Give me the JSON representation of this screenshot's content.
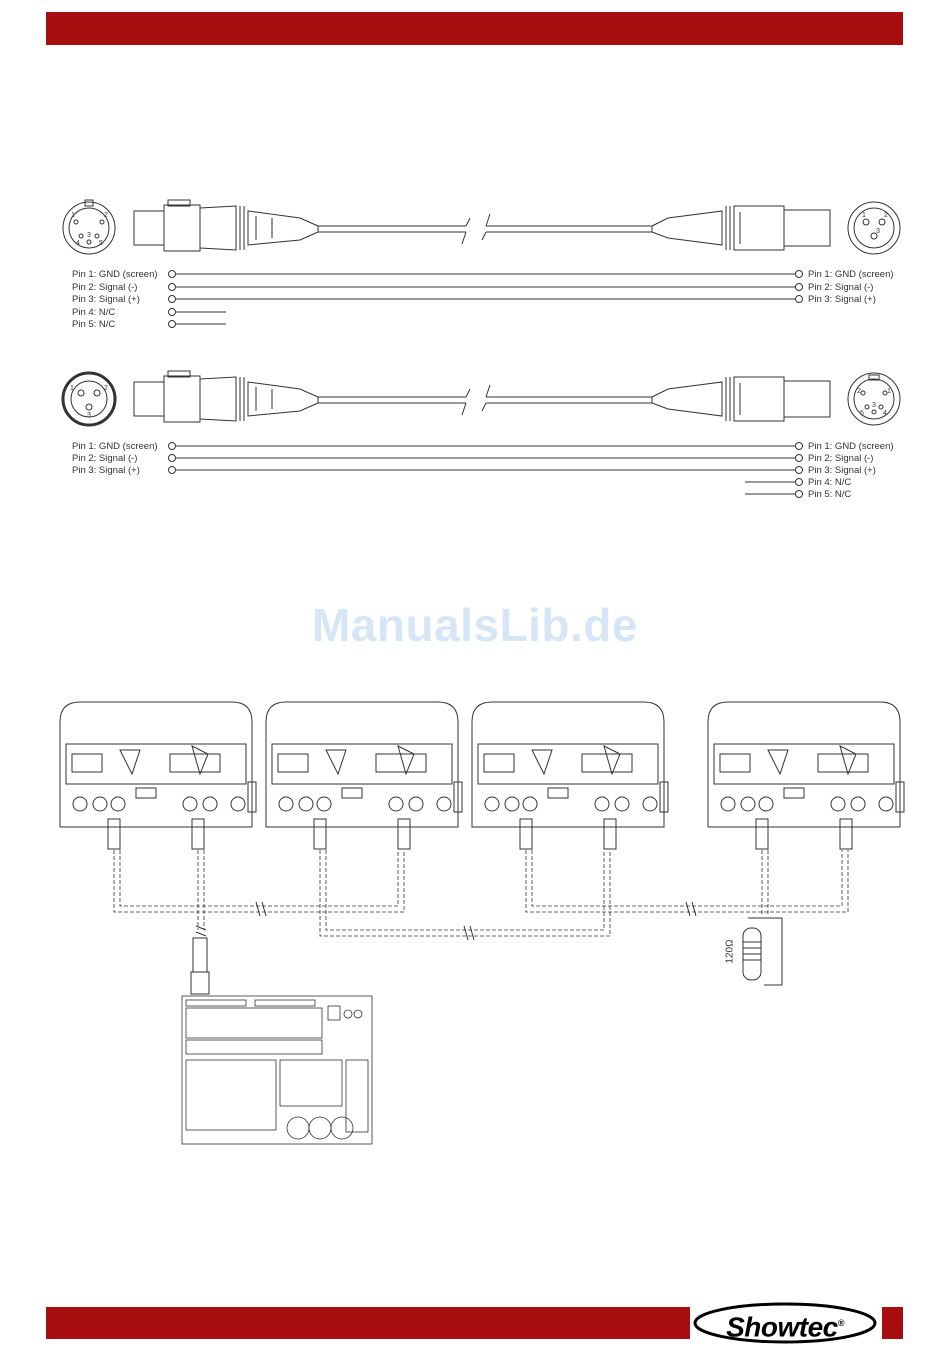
{
  "header_band": {
    "color": "#a80d10"
  },
  "footer_band": {
    "color": "#a80d10"
  },
  "cable1": {
    "left_pins": [
      "Pin 1: GND (screen)",
      "Pin 2: Signal (-)",
      "Pin 3: Signal (+)",
      "Pin 4: N/C",
      "Pin 5: N/C"
    ],
    "right_pins": [
      "Pin 1: GND (screen)",
      "Pin 2: Signal (-)",
      "Pin 3: Signal (+)"
    ],
    "left_connector_pin_labels": [
      "1",
      "2",
      "3",
      "4",
      "5"
    ],
    "right_connector_pin_labels": [
      "1",
      "2",
      "3"
    ]
  },
  "cable2": {
    "left_pins": [
      "Pin 1: GND (screen)",
      "Pin 2: Signal (-)",
      "Pin 3: Signal (+)"
    ],
    "right_pins": [
      "Pin 1: GND (screen)",
      "Pin 2: Signal (-)",
      "Pin 3: Signal (+)",
      "Pin 4: N/C",
      "Pin 5: N/C"
    ],
    "left_connector_pin_labels": [
      "1",
      "2",
      "3"
    ],
    "right_connector_pin_labels": [
      "1",
      "2",
      "3",
      "4",
      "5"
    ]
  },
  "watermark": "ManualsLib.de",
  "terminator_label": "120Ω",
  "brand": {
    "logo_text": "Showtec",
    "registered": "®"
  }
}
